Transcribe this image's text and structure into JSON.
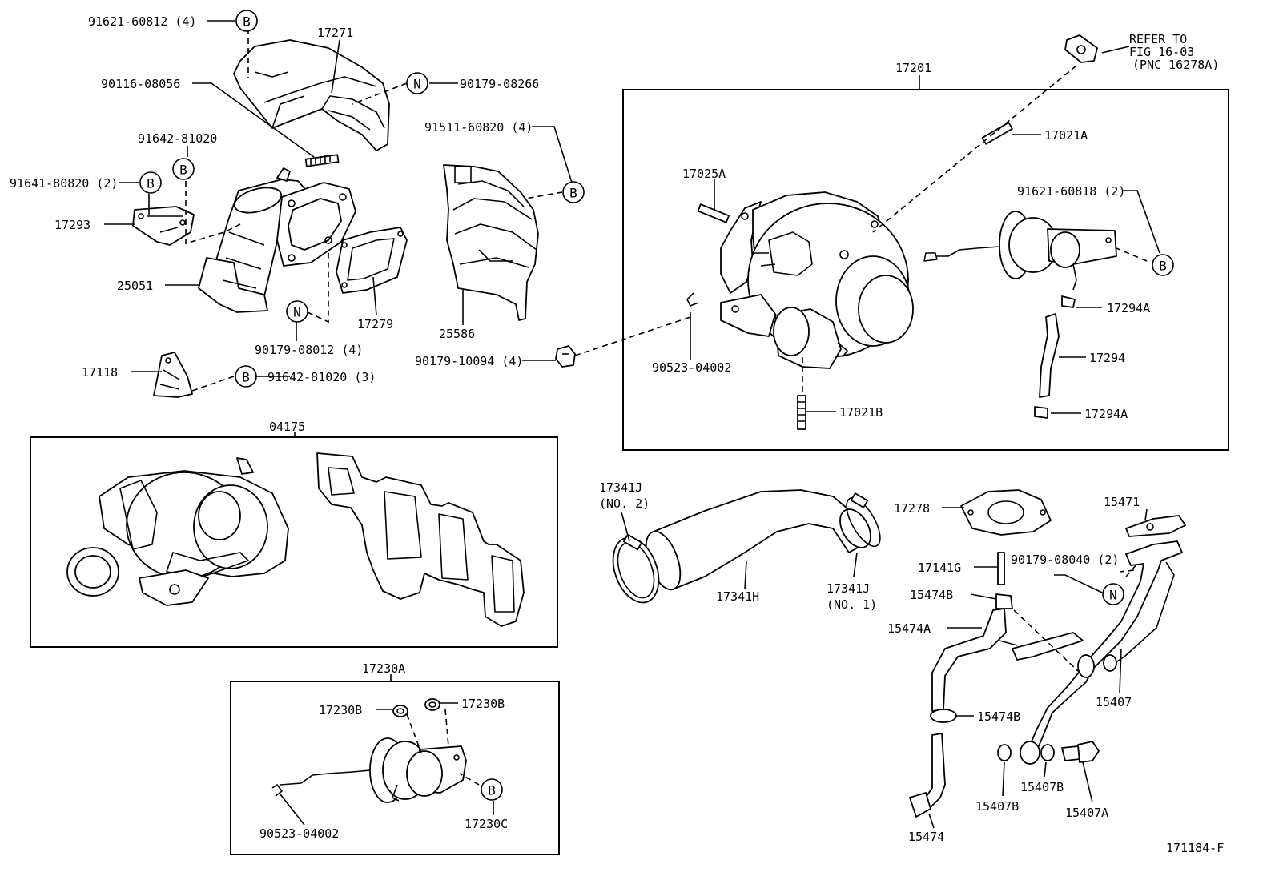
{
  "labels": {
    "p91621_60812": "91621-60812 (4)",
    "p17271": "17271",
    "p90116_08056": "90116-08056",
    "p90179_08266": "90179-08266",
    "p91642_81020": "91642-81020",
    "p91641_80820": "91641-80820 (2)",
    "p17293": "17293",
    "p25051": "25051",
    "p17279": "17279",
    "p90179_08012": "90179-08012 (4)",
    "p17118": "17118",
    "p91642_81020_3": "91642-81020 (3)",
    "p91511_60820": "91511-60820 (4)",
    "p25586": "25586",
    "p90179_10094": "90179-10094 (4)",
    "p17201": "17201",
    "ref1": "REFER TO",
    "ref2": "FIG 16-03",
    "ref3": "(PNC 16278A)",
    "p17021A": "17021A",
    "p17025A": "17025A",
    "p91621_60818": "91621-60818 (2)",
    "p17294A_top": "17294A",
    "p17294": "17294",
    "p17294A_bot": "17294A",
    "p90523_04002_top": "90523-04002",
    "p17021B": "17021B",
    "p04175": "04175",
    "p17230A": "17230A",
    "p17230B_left": "17230B",
    "p17230B_right": "17230B",
    "p17230C": "17230C",
    "p90523_04002_bot": "90523-04002",
    "p17341J_2": "17341J",
    "p17341J_2_note": "(NO. 2)",
    "p17341H": "17341H",
    "p17341J_1": "17341J",
    "p17341J_1_note": "(NO. 1)",
    "p17278": "17278",
    "p15471": "15471",
    "p17141G": "17141G",
    "p90179_08040": "90179-08040 (2)",
    "p15474B_top": "15474B",
    "p15474A": "15474A",
    "p15474B_bot": "15474B",
    "p15407": "15407",
    "p15407B_left": "15407B",
    "p15407B_right": "15407B",
    "p15407A": "15407A",
    "p15474": "15474",
    "figure_id": "171184-F"
  },
  "callouts": {
    "B": "B",
    "N": "N"
  }
}
